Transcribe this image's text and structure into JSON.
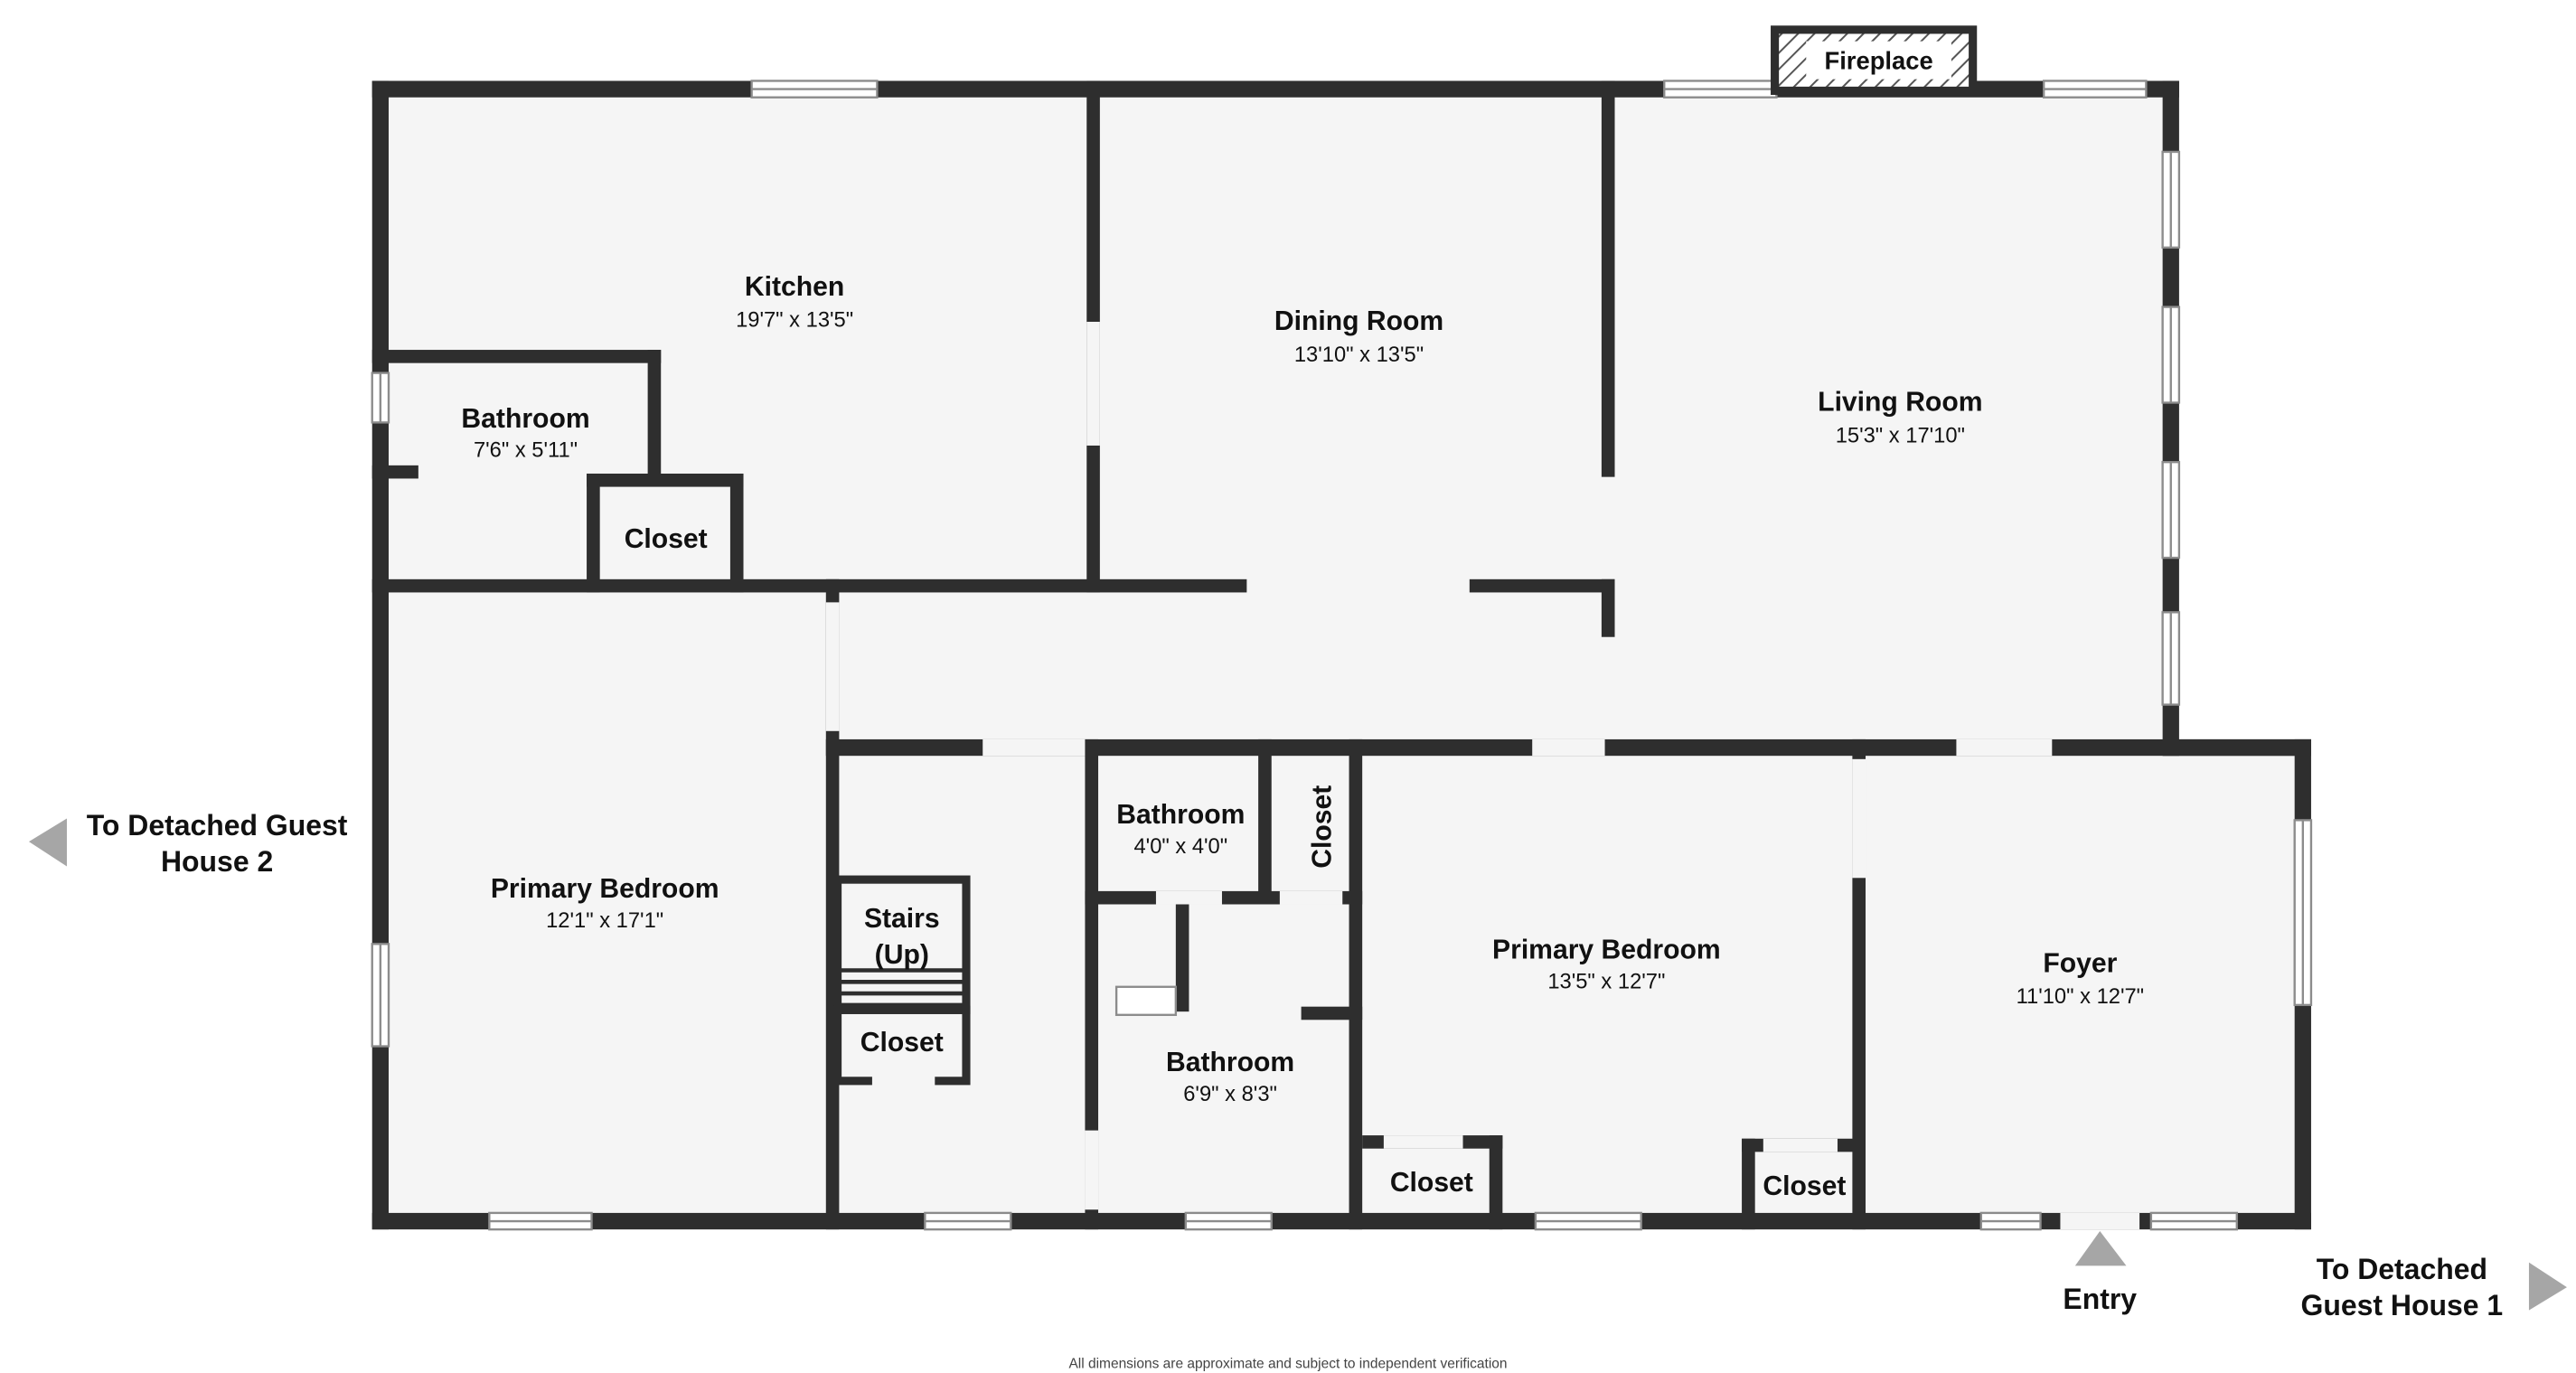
{
  "palette": {
    "wall": "#2e2e2e",
    "floor": "#f5f5f5",
    "background": "#ffffff",
    "arrow": "#a6a6a6",
    "text": "#111111"
  },
  "plan": {
    "rooms": [
      {
        "id": "kitchen",
        "name": "Kitchen",
        "dims": "19'7\" x 13'5\""
      },
      {
        "id": "dining-room",
        "name": "Dining Room",
        "dims": "13'10\" x 13'5\""
      },
      {
        "id": "living-room",
        "name": "Living Room",
        "dims": "15'3\" x 17'10\""
      },
      {
        "id": "bathroom-top",
        "name": "Bathroom",
        "dims": "7'6\" x 5'11\""
      },
      {
        "id": "closet-top",
        "name": "Closet"
      },
      {
        "id": "primary-bedroom-1",
        "name": "Primary Bedroom",
        "dims": "12'1\" x 17'1\""
      },
      {
        "id": "stairs",
        "name": "Stairs",
        "dims": "(Up)"
      },
      {
        "id": "closet-stairs",
        "name": "Closet"
      },
      {
        "id": "bathroom-small",
        "name": "Bathroom",
        "dims": "4'0\" x 4'0\""
      },
      {
        "id": "closet-hall",
        "name": "Closet"
      },
      {
        "id": "bathroom-main",
        "name": "Bathroom",
        "dims": "6'9\" x 8'3\""
      },
      {
        "id": "primary-bedroom-2",
        "name": "Primary Bedroom",
        "dims": "13'5\" x 12'7\""
      },
      {
        "id": "closet-bedroom2",
        "name": "Closet"
      },
      {
        "id": "closet-foyer",
        "name": "Closet"
      },
      {
        "id": "foyer",
        "name": "Foyer",
        "dims": "11'10\" x 12'7\""
      }
    ],
    "fireplace_label": "Fireplace",
    "entry_label": "Entry",
    "exit_left": {
      "line1": "To Detached Guest",
      "line2": "House 2"
    },
    "exit_right": {
      "line1": "To Detached",
      "line2": "Guest House 1"
    },
    "disclaimer": "All dimensions are approximate and subject to independent verification"
  }
}
